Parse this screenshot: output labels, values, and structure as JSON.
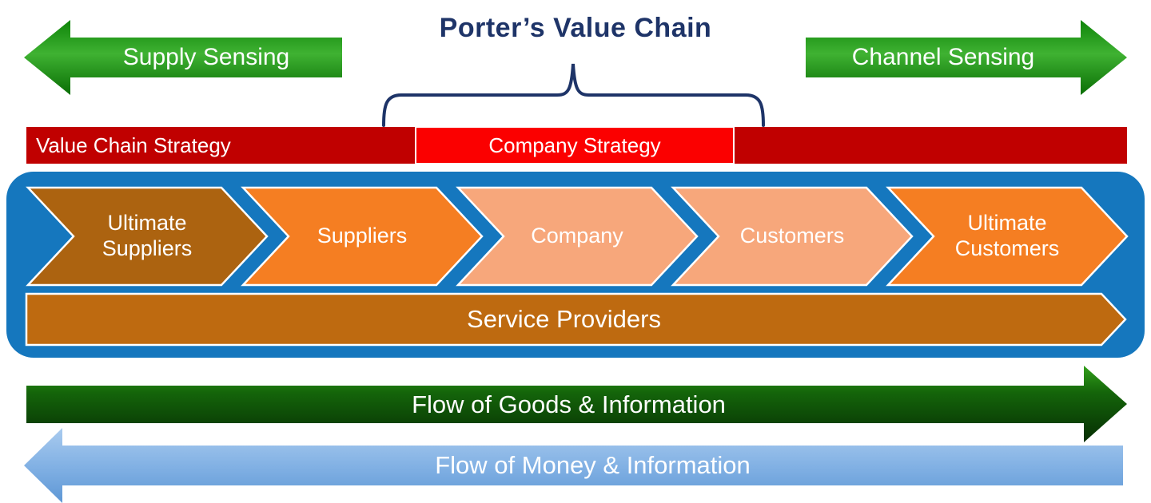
{
  "title": "Porter’s Value Chain",
  "top_arrows": {
    "supply": "Supply Sensing",
    "channel": "Channel Sensing"
  },
  "strategy_bar": {
    "value_chain": "Value Chain Strategy",
    "company": "Company Strategy"
  },
  "value_chain": {
    "chevrons": [
      {
        "label": "Ultimate Suppliers",
        "color": "#AC6310"
      },
      {
        "label": "Suppliers",
        "color": "#F57E22"
      },
      {
        "label": "Company",
        "color": "#F7A77B"
      },
      {
        "label": "Customers",
        "color": "#F7A77B"
      },
      {
        "label": "Ultimate Customers",
        "color": "#F57E22"
      }
    ],
    "service_bar": {
      "label": "Service Providers",
      "color": "#BE6A10"
    }
  },
  "flow_arrows": {
    "goods": "Flow of Goods & Information",
    "money": "Flow of Money & Information"
  },
  "colors": {
    "navy": "#1E3468",
    "dark_red": "#C00000",
    "bright_red": "#FB0000",
    "container_blue": "#1577BE",
    "sensing_green_mid": "#3FB232",
    "flow_green_dark": "#14650A",
    "flow_blue_light": "#7FAFE3"
  }
}
